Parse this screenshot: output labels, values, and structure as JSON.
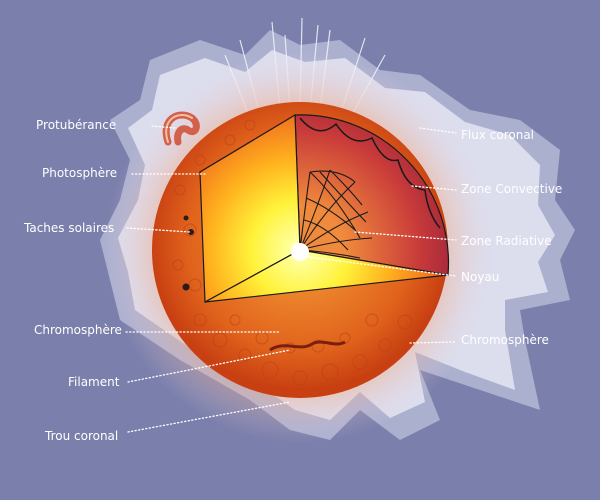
{
  "diagram": {
    "background_color": "#7b7fab",
    "corona_color": "#d6d8ec",
    "labels": {
      "left": {
        "protuberance": "Protubérance",
        "photosphere": "Photosphère",
        "taches_solaires": "Taches solaires",
        "chromosphere": "Chromosphère",
        "filament": "Filament",
        "trou_coronal": "Trou coronal"
      },
      "right": {
        "flux_coronal": "Flux coronal",
        "zone_convective": "Zone Convective",
        "zone_radiative": "Zone Radiative",
        "noyau": "Noyau",
        "chromosphere": "Chromosphère"
      }
    }
  }
}
